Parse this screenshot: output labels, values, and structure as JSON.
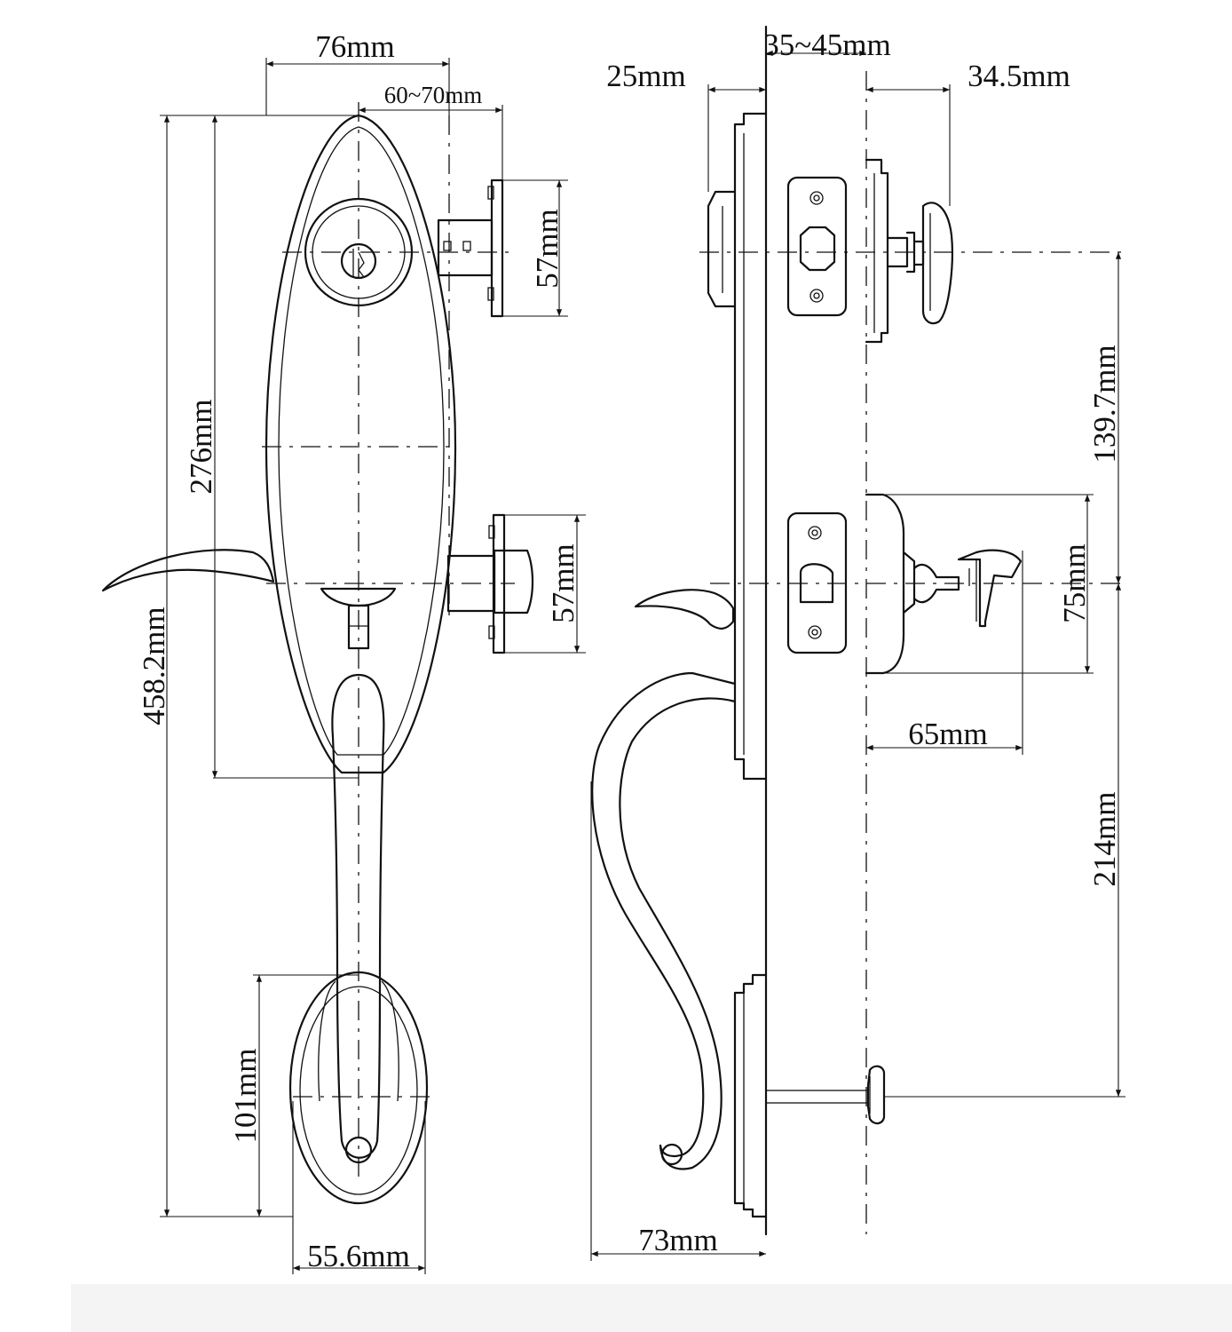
{
  "drawing": {
    "front_view": {
      "dimensions": {
        "overall_width": "76mm",
        "backset": "60~70mm",
        "deadbolt_rose": "57mm",
        "latch_rose": "57mm",
        "plate_height": "276mm",
        "overall_height": "458.2mm",
        "grip_base_height": "101mm",
        "grip_base_width": "55.6mm"
      }
    },
    "side_view": {
      "dimensions": {
        "door_thickness": "35~45mm",
        "deadbolt_projection": "25mm",
        "thumbturn_projection": "34.5mm",
        "deadbolt_to_latch": "139.7mm",
        "inside_rose": "75mm",
        "knob_projection": "65mm",
        "latch_to_bottom": "214mm",
        "handle_projection": "73mm"
      }
    }
  }
}
